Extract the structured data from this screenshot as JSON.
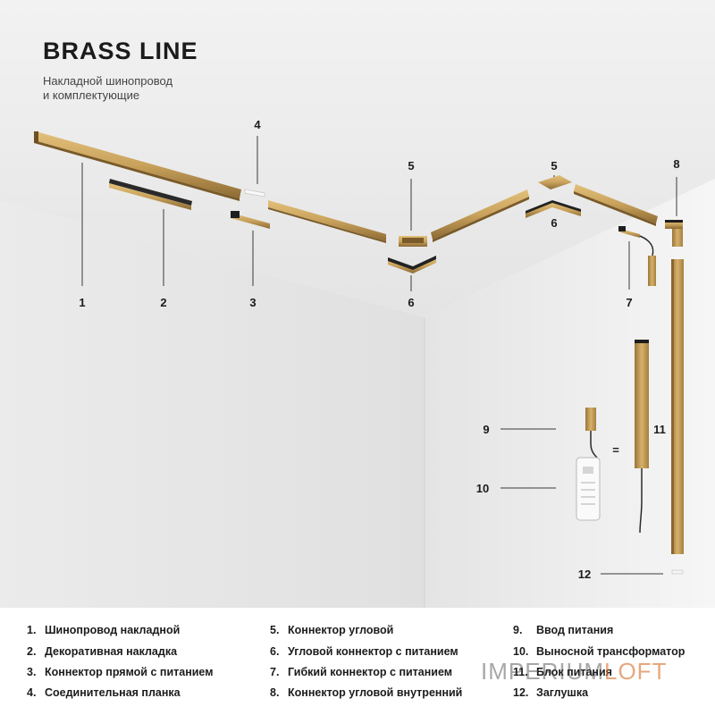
{
  "header": {
    "title": "BRASS LINE",
    "subtitle_line1": "Накладной шинопровод",
    "subtitle_line2": "и комплектующие"
  },
  "callouts": {
    "c1": "1",
    "c2": "2",
    "c3": "3",
    "c4": "4",
    "c5a": "5",
    "c5b": "5",
    "c6a": "6",
    "c6b": "6",
    "c7": "7",
    "c8": "8",
    "c9": "9",
    "c10": "10",
    "c11": "11",
    "c12": "12",
    "equals": "="
  },
  "legend": {
    "columns": [
      [
        {
          "num": "1.",
          "text": "Шинопровод накладной"
        },
        {
          "num": "2.",
          "text": "Декоративная накладка"
        },
        {
          "num": "3.",
          "text": "Коннектор прямой с питанием"
        },
        {
          "num": "4.",
          "text": "Соединительная планка"
        }
      ],
      [
        {
          "num": "5.",
          "text": "Коннектор угловой"
        },
        {
          "num": "6.",
          "text": "Угловой коннектор с питанием"
        },
        {
          "num": "7.",
          "text": "Гибкий коннектор с питанием"
        },
        {
          "num": "8.",
          "text": "Коннектор угловой внутренний"
        }
      ],
      [
        {
          "num": "9.",
          "text": "Ввод питания"
        },
        {
          "num": "10.",
          "text": "Выносной трансформатор"
        },
        {
          "num": "11.",
          "text": "Блок питания"
        },
        {
          "num": "12.",
          "text": "Заглушка"
        }
      ]
    ]
  },
  "watermark": {
    "part1": "IMPERIUM",
    "part2": "LOFT"
  },
  "colors": {
    "brass": "#c9a25c",
    "brass_dark": "#8c6a33",
    "ceiling": "#ececec",
    "wall_left": "#e6e6e6",
    "wall_right": "#f1f1f1",
    "text": "#1b1b1b"
  }
}
